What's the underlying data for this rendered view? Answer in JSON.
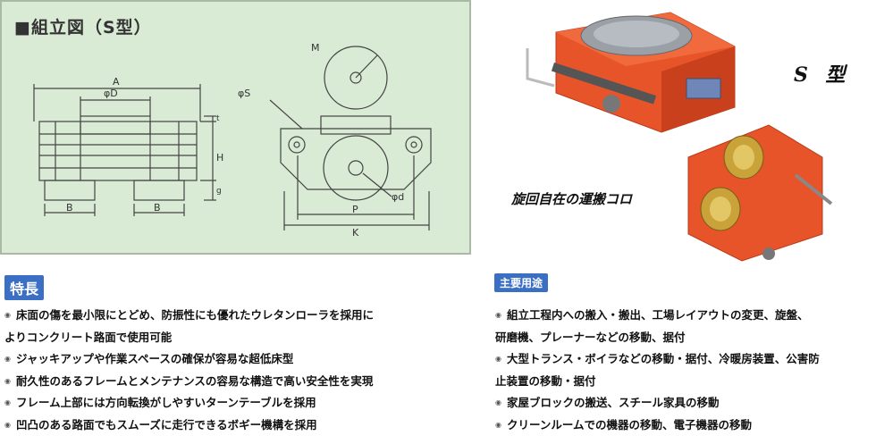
{
  "drawing": {
    "title": "■組立図（S型）",
    "labels": {
      "A": "A",
      "phiD": "φD",
      "phiS": "φS",
      "M": "M",
      "H": "H",
      "t": "t",
      "g": "g",
      "B_left": "B",
      "B_right": "B",
      "phid": "φd",
      "P": "P",
      "K": "K"
    }
  },
  "photo": {
    "type_label": "S 型",
    "caption": "旋回自在の運搬コロ"
  },
  "features": {
    "heading": "特長",
    "items": [
      "床面の傷を最小限にとどめ、防振性にも優れたウレタンローラを採用に",
      "よりコンクリート路面で使用可能",
      "ジャッキアップや作業スペースの確保が容易な超低床型",
      "耐久性のあるフレームとメンテナンスの容易な構造で高い安全性を実現",
      "フレーム上部には方向転換がしやすいターンテーブルを採用",
      "凹凸のある路面でもスムーズに走行できるボギー機構を採用"
    ]
  },
  "uses": {
    "heading": "主要用途",
    "items": [
      "組立工程内への搬入・搬出、工場レイアウトの変更、旋盤、",
      "研磨機、プレーナーなどの移動、据付",
      "大型トランス・ボイラなどの移動・据付、冷暖房装置、公害防",
      "止装置の移動・据付",
      "家屋ブロックの搬送、スチール家具の移動",
      "クリーンルームでの機器の移動、電子機器の移動"
    ]
  },
  "colors": {
    "drawing_bg": "#d9ead5",
    "badge": "#3a6fc4",
    "frame_orange": "#e8542a",
    "roller_gold": "#c9a23a"
  }
}
